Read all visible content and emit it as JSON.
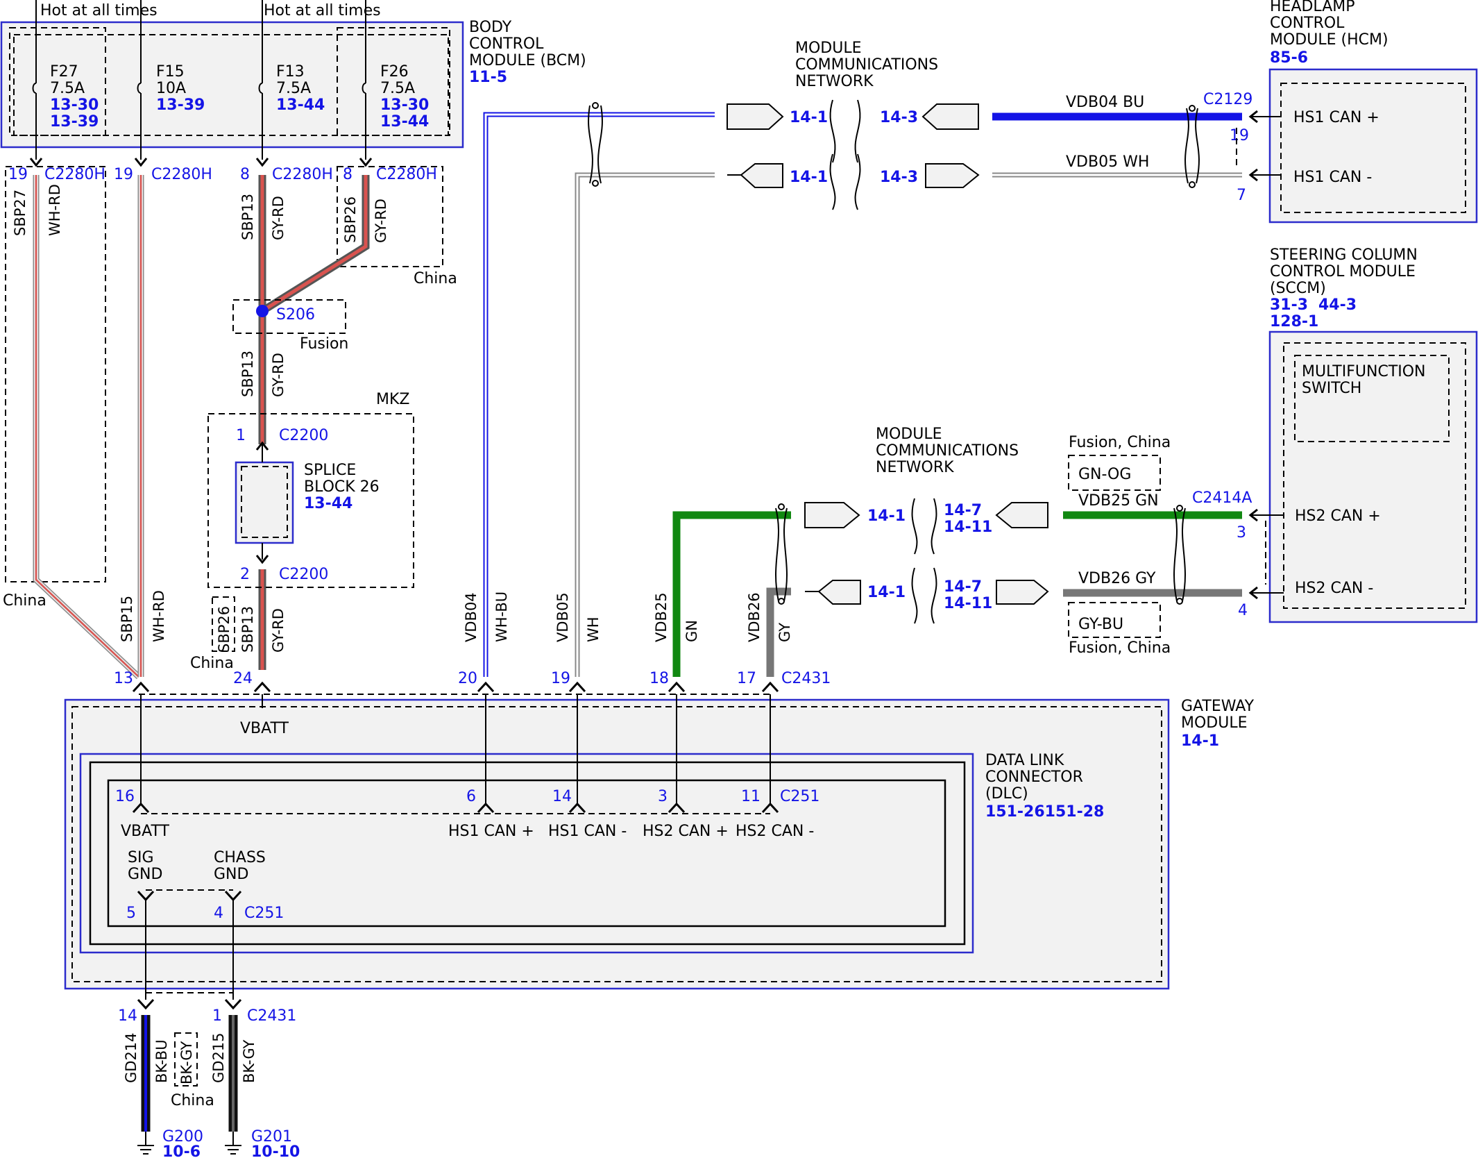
{
  "power": {
    "hot1": "Hot at all times",
    "hot2": "Hot at all times"
  },
  "bcm": {
    "name": "BODY\nCONTROL\nMODULE (BCM)",
    "ref": "11-5"
  },
  "fuses": [
    {
      "name": "F27",
      "rating": "7.5A",
      "refs": [
        "13-30",
        "13-39"
      ]
    },
    {
      "name": "F15",
      "rating": "10A",
      "refs": [
        "13-39"
      ]
    },
    {
      "name": "F13",
      "rating": "7.5A",
      "refs": [
        "13-44"
      ]
    },
    {
      "name": "F26",
      "rating": "7.5A",
      "refs": [
        "13-30",
        "13-44"
      ]
    }
  ],
  "bcm_pins": [
    {
      "pin": "19",
      "connector": "C2280H"
    },
    {
      "pin": "19",
      "connector": "C2280H"
    },
    {
      "pin": "8",
      "connector": "C2280H"
    },
    {
      "pin": "8",
      "connector": "C2280H"
    }
  ],
  "wires": {
    "sbp27": "SBP27",
    "sbp27_color": "WH-RD",
    "sbp15": "SBP15",
    "sbp15_color": "WH-RD",
    "sbp13": "SBP13",
    "sbp13_color": "GY-RD",
    "sbp26": "SBP26",
    "sbp26_color": "GY-RD",
    "vdb04": "VDB04",
    "vdb04_color": "WH-BU",
    "vdb05": "VDB05",
    "vdb05_color": "WH",
    "vdb25": "VDB25",
    "vdb25_color": "GN",
    "vdb26": "VDB26",
    "vdb26_color": "GY",
    "gd214": "GD214",
    "gd214_color": "BK-BU",
    "gd214_alt": "BK-GY",
    "gd215": "GD215",
    "gd215_color": "BK-GY",
    "hcm_vdb04": "VDB04  BU",
    "hcm_vdb05": "VDB05  WH",
    "sccm_vdb25": "VDB25   GN",
    "sccm_vdb26": "VDB26   GY",
    "gn_og": "GN-OG",
    "gy_bu": "GY-BU"
  },
  "variants": {
    "china": "China",
    "fusion": "Fusion",
    "mkz": "MKZ",
    "fusion_china": "Fusion, China"
  },
  "splice": {
    "name": "S206"
  },
  "splice_block": {
    "name": "SPLICE\nBLOCK 26",
    "ref": "13-44",
    "pin_top": "1",
    "pin_bottom": "2",
    "connector": "C2200"
  },
  "network": {
    "label": "MODULE\nCOMMUNICATIONS\nNETWORK",
    "refs": {
      "r14_1": "14-1",
      "r14_3": "14-3",
      "r14_7": "14-7",
      "r14_11": "14-11"
    }
  },
  "hcm": {
    "name": "HEADLAMP\nCONTROL\nMODULE (HCM)",
    "ref": "85-6",
    "connector": "C2129",
    "pins": [
      {
        "pin": "19",
        "label": "HS1 CAN +"
      },
      {
        "pin": "7",
        "label": "HS1 CAN -"
      }
    ]
  },
  "sccm": {
    "name": "STEERING COLUMN\nCONTROL MODULE\n(SCCM)",
    "refs": [
      "31-3",
      "44-3",
      "128-1"
    ],
    "switch": "MULTIFUNCTION\nSWITCH",
    "connector": "C2414A",
    "pins": [
      {
        "pin": "3",
        "label": "HS2 CAN +"
      },
      {
        "pin": "4",
        "label": "HS2 CAN -"
      }
    ]
  },
  "gateway": {
    "name": "GATEWAY\nMODULE",
    "ref": "14-1",
    "connector": "C2431",
    "vbatt": "VBATT",
    "pins": [
      "13",
      "24",
      "20",
      "19",
      "18",
      "17"
    ],
    "gnd_pins": [
      {
        "pin": "14"
      },
      {
        "pin": "1",
        "connector": "C2431"
      }
    ]
  },
  "dlc": {
    "name": "DATA LINK\nCONNECTOR\n(DLC)",
    "ref": "151-26151-28",
    "connector": "C251",
    "pins": [
      {
        "pin": "16",
        "label": "VBATT"
      },
      {
        "pin": "6",
        "label": "HS1 CAN +"
      },
      {
        "pin": "14",
        "label": "HS1 CAN -"
      },
      {
        "pin": "3",
        "label": "HS2 CAN +"
      },
      {
        "pin": "11",
        "label": "HS2 CAN -"
      }
    ],
    "gnd": [
      {
        "pin": "5",
        "label": "SIG\nGND"
      },
      {
        "pin": "4",
        "label": "CHASS\nGND"
      }
    ]
  },
  "grounds": [
    {
      "name": "G200",
      "ref": "10-6"
    },
    {
      "name": "G201",
      "ref": "10-10"
    }
  ],
  "colors": {
    "blue": "#1414e6",
    "red": "#d9534f",
    "green": "#118811",
    "gray": "#777777"
  }
}
